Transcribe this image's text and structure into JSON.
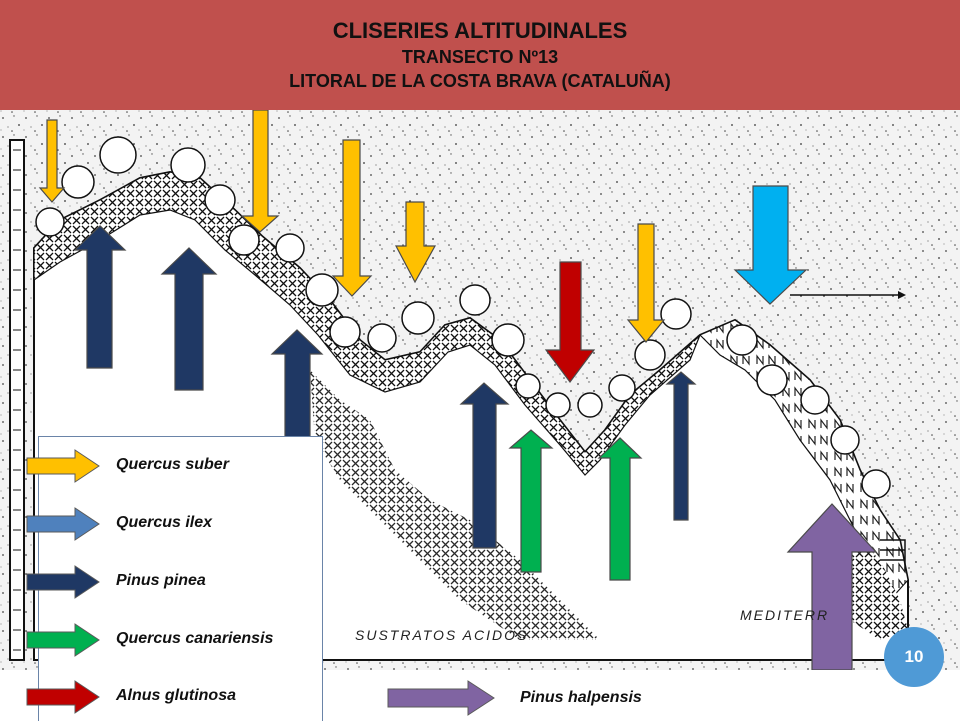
{
  "header": {
    "title": "CLISERIES ALTITUDINALES",
    "subtitle": "TRANSECTO Nº13",
    "location": "LITORAL DE LA COSTA BRAVA (CATALUÑA)"
  },
  "colors": {
    "header_bg": "#c0504d",
    "quercus_suber": "#ffc000",
    "quercus_ilex": "#4f81bd",
    "pinus_pinea": "#1f3864",
    "quercus_canariensis": "#00b050",
    "alnus_glutinosa": "#c00000",
    "pinus_halpensis": "#8064a2",
    "extra_arrow": "#00b0f0"
  },
  "legend": [
    {
      "label": "Quercus suber",
      "color": "#ffc000"
    },
    {
      "label": "Quercus ilex",
      "color": "#4f81bd"
    },
    {
      "label": "Pinus pinea",
      "color": "#1f3864"
    },
    {
      "label": "Quercus canariensis",
      "color": "#00b050"
    },
    {
      "label": "Alnus glutinosa",
      "color": "#c00000"
    }
  ],
  "standalone_legend": {
    "label": "Pinus halpensis",
    "color": "#8064a2"
  },
  "drawing_text": {
    "substrate": "SUSTRATOS ACIDOS",
    "sea": "MEDITERR"
  },
  "page_number": "10"
}
